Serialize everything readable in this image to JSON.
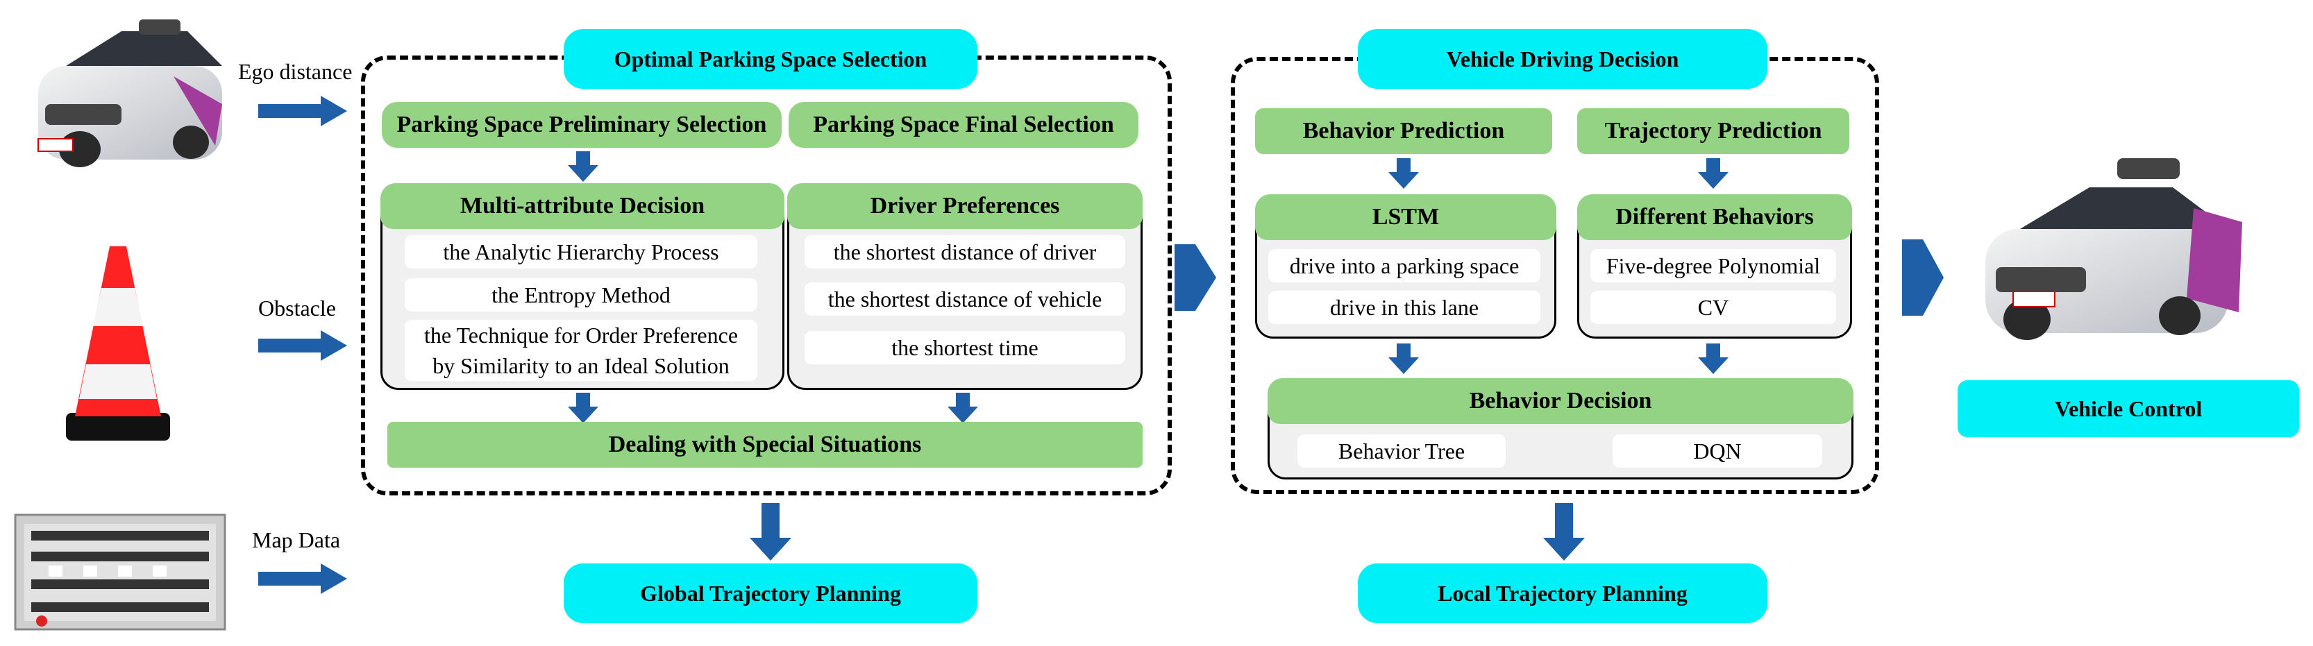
{
  "colors": {
    "cyan": "#00f0f8",
    "green": "#93d383",
    "arrow": "#1f5fa8",
    "panel": "#f0f0f0"
  },
  "inputs": {
    "ego_distance": "Ego distance",
    "obstacle": "Obstacle",
    "map_data": "Map Data",
    "car_icon": "car-image",
    "cone_icon": "traffic-cone-image",
    "map_icon": "parking-map-image"
  },
  "parking": {
    "title": "Optimal Parking Space Selection",
    "preliminary": "Parking Space Preliminary Selection",
    "final": "Parking Space Final Selection",
    "mad": {
      "title": "Multi-attribute Decision",
      "items": [
        "the Analytic Hierarchy Process",
        "the Entropy Method",
        "the Technique for Order Preference",
        "by Similarity to an Ideal Solution"
      ]
    },
    "driver": {
      "title": "Driver Preferences",
      "items": [
        "the shortest distance of driver",
        "the shortest distance of vehicle",
        "the shortest time"
      ]
    },
    "special": "Dealing with Special Situations"
  },
  "global_planning": "Global Trajectory Planning",
  "driving": {
    "title": "Vehicle Driving Decision",
    "behavior_prediction": "Behavior Prediction",
    "trajectory_prediction": "Trajectory Prediction",
    "lstm": {
      "title": "LSTM",
      "items": [
        "drive into a parking space",
        "drive in this lane"
      ]
    },
    "different": {
      "title": "Different Behaviors",
      "items": [
        "Five-degree Polynomial",
        "CV"
      ]
    },
    "decision": {
      "title": "Behavior Decision",
      "items": [
        "Behavior Tree",
        "DQN"
      ]
    }
  },
  "local_planning": "Local Trajectory Planning",
  "vehicle_control": "Vehicle Control"
}
